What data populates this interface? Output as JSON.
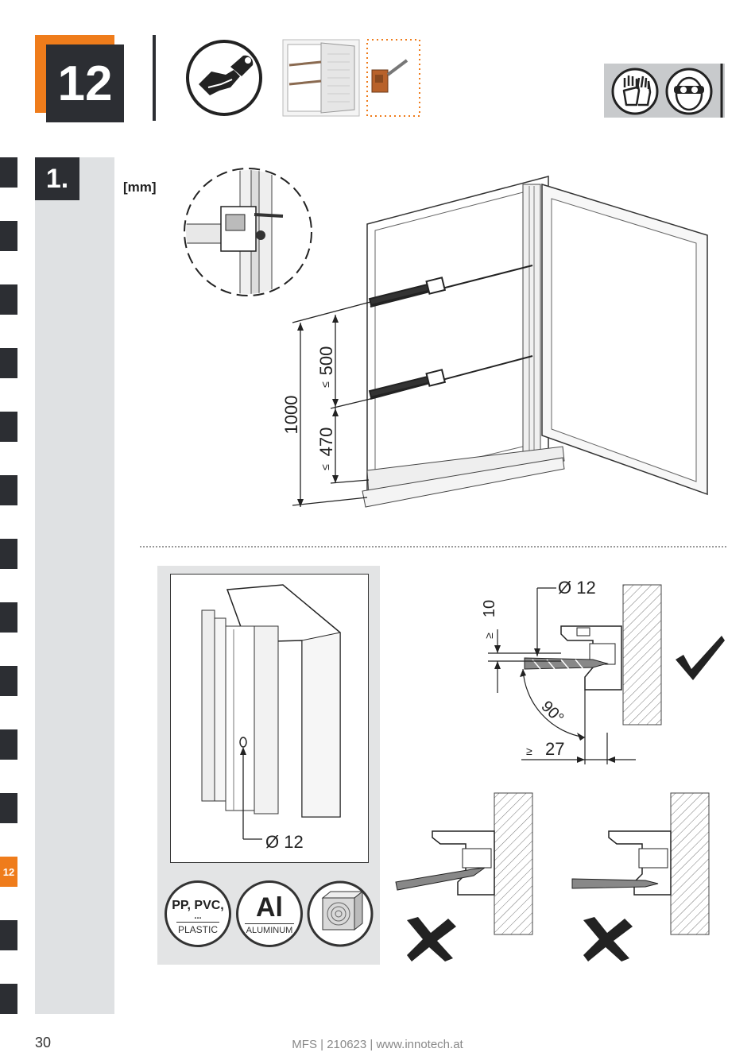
{
  "step": {
    "number": "12"
  },
  "substep": {
    "label": "1."
  },
  "unit_label": "[mm]",
  "side_nav": {
    "active_label": "12"
  },
  "window_diagram": {
    "total_label": "1000",
    "upper_label": "500",
    "upper_prefix": "≤",
    "lower_label": "470",
    "lower_prefix": "≤"
  },
  "detail_left": {
    "diameter_label": "Ø 12"
  },
  "materials": [
    {
      "main": "PP, PVC,",
      "extra": "...",
      "sub": "PLASTIC"
    },
    {
      "main": "Al",
      "sub": "ALUMINUM"
    },
    {
      "main": "",
      "sub": "wood"
    }
  ],
  "detail_right": {
    "diameter_label": "Ø 12",
    "min_label": "10",
    "min_prefix": "≥",
    "angle_label": "90°",
    "depth_label": "27",
    "depth_prefix": "≥"
  },
  "colors": {
    "accent": "#ef7c1b",
    "dark": "#2c2e33",
    "panel": "#e3e4e5",
    "sidebar": "#dfe1e3"
  },
  "icons": [
    "install-tool-icon",
    "gloves-icon",
    "safety-goggles-icon",
    "check-icon",
    "cross-icon",
    "wood-icon"
  ],
  "footer": {
    "page": "30",
    "text": "MFS | 210623 | www.innotech.at"
  }
}
